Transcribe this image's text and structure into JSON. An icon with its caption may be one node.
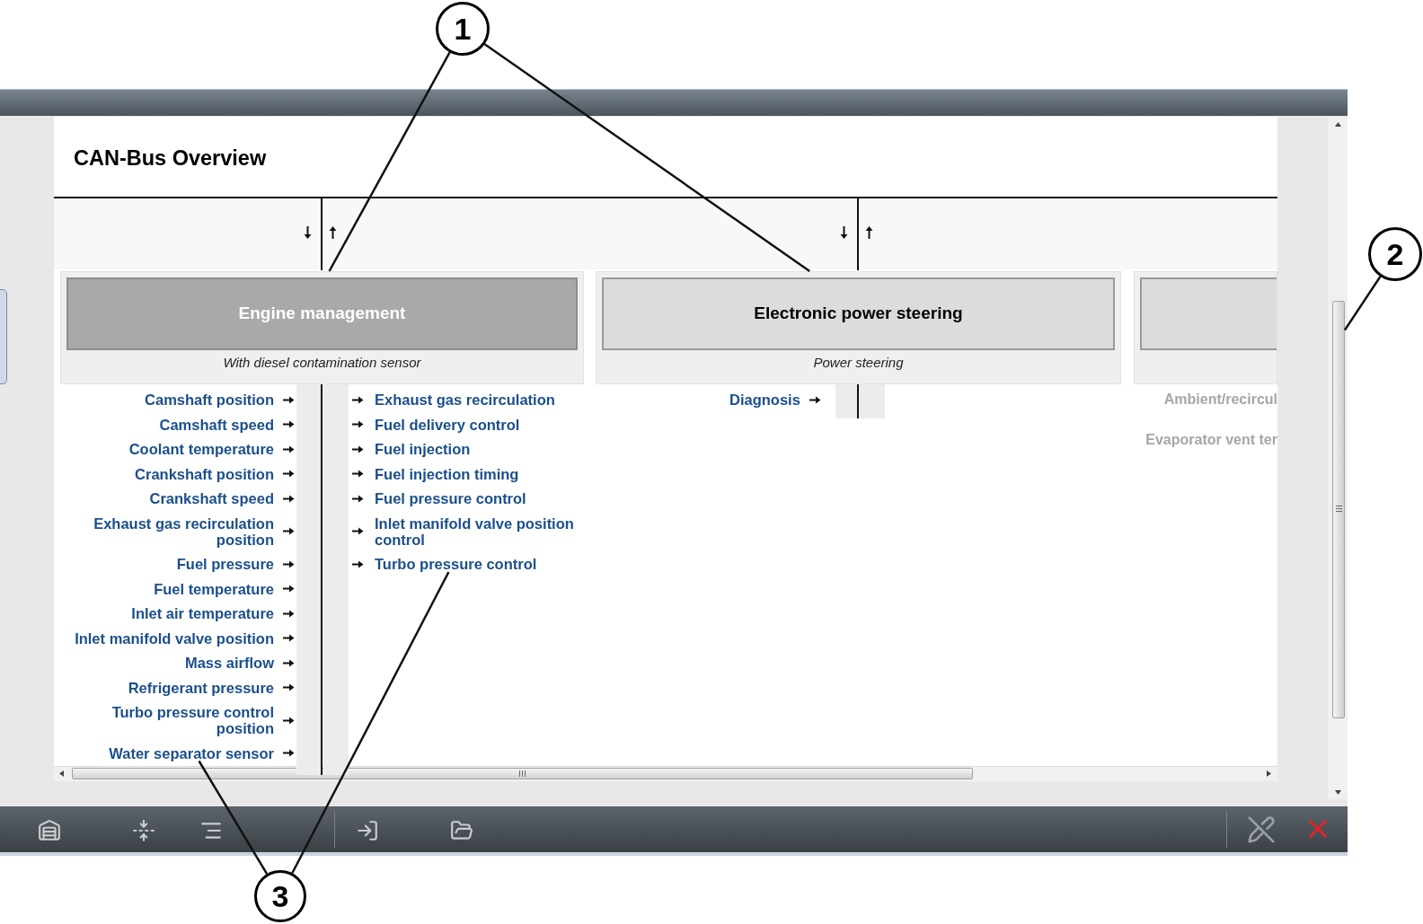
{
  "diagram": {
    "nodes": [
      {
        "text": [
          "1"
        ]
      },
      {
        "text": [
          "2"
        ]
      },
      {
        "text": [
          "3"
        ]
      },
      {
        "text": [
          "Engine management",
          "With diesel contamination sensor"
        ]
      },
      {
        "text": [
          "Electronic power steering",
          "Power steering"
        ]
      },
      {
        "text": [],
        "shape": "box"
      },
      {
        "text": [],
        "shape": "bar"
      },
      {
        "text": [
          "Water separator sensor"
        ]
      },
      {
        "text": [
          "Turbo pressure control"
        ]
      }
    ],
    "edges": [
      {
        "from": 0,
        "to": 3,
        "arrow": "none"
      },
      {
        "from": 0,
        "to": 4,
        "arrow": "none"
      },
      {
        "from": 1,
        "to": 6,
        "arrow": "none"
      },
      {
        "from": 2,
        "to": 7,
        "arrow": "none"
      },
      {
        "from": 2,
        "to": 8,
        "arrow": "none"
      }
    ],
    "labels": [
      "CAN-Bus Overview",
      "Camshaft position",
      "Camshaft speed",
      "Coolant temperature",
      "Crankshaft position",
      "Crankshaft speed",
      "Exhaust gas recirculation position",
      "Fuel pressure",
      "Fuel temperature",
      "Inlet air temperature",
      "Inlet manifold valve position",
      "Mass airflow",
      "Refrigerant pressure",
      "Turbo pressure control position",
      "Exhaust gas recirculation",
      "Fuel delivery control",
      "Fuel injection",
      "Fuel injection timing",
      "Fuel pressure control",
      "Inlet manifold valve position control",
      "Diagnosis",
      "Ambient/recircul",
      "Evaporator vent ter"
    ]
  }
}
